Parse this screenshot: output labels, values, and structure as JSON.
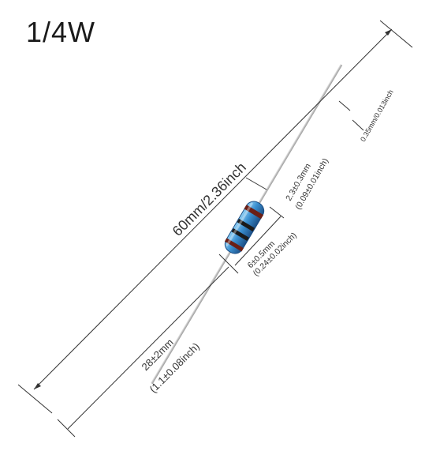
{
  "title": "1/4W",
  "dimensions": {
    "total_length": "60mm/2.36inch",
    "lead_length_mm": "28±2mm",
    "lead_length_inch": "(1.1±0.08inch)",
    "body_length_mm": "6±0.5mm",
    "body_length_inch": "(0.24±0.02inch)",
    "body_diameter_mm": "2.3±0.3mm",
    "body_diameter_inch": "(0.09±0.01inch)",
    "lead_diameter": "0.35mm/0.013inch"
  },
  "colors": {
    "body": "#3a8fd0",
    "band_1": "#6b1f16",
    "band_2": "#1a1a1a",
    "band_3": "#1a1a1a",
    "band_4": "#6b1f16",
    "lead": "#c8c8c8"
  }
}
